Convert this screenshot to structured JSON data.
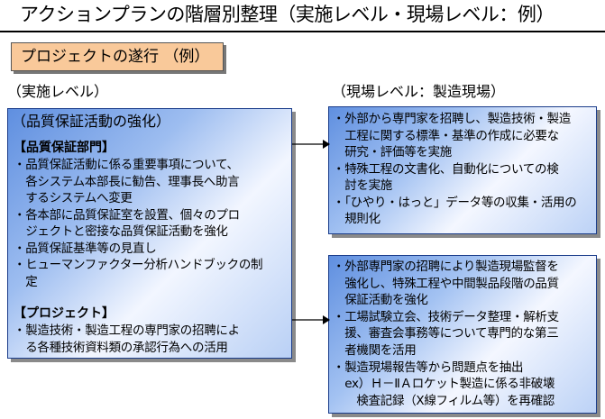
{
  "title": "アクションプランの階層別整理（実施レベル・現場レベル：例）",
  "tag": "プロジェクトの遂行 （例）",
  "left_heading": "（実施レベル）",
  "right_heading": "（現場レベル：製造現場）",
  "left_box": {
    "title": "（品質保証活動の強化）",
    "section1": {
      "heading": "【品質保証部門】",
      "lines": [
        "・品質保証活動に係る重要事項について、",
        "　各システム本部長に勧告、理事長へ助言",
        "　するシステムへ変更",
        "・各本部に品質保証室を設置、個々のプロ",
        "　ジェクトと密接な品質保証活動を強化",
        "・品質保証基準等の見直し",
        "・ヒューマンファクター分析ハンドブックの制",
        "　定"
      ]
    },
    "section2": {
      "heading": "【プロジェクト】",
      "lines": [
        "・製造技術・製造工程の専門家の招聘によ",
        "　る各種技術資料類の承認行為への活用"
      ]
    }
  },
  "right_box1": {
    "lines": [
      "・外部から専門家を招聘し、製造技術・製造",
      "　工程に関する標準・基準の作成に必要な",
      "　研究・評価等を実施",
      "・特殊工程の文書化、自動化についての検",
      "　討を実施",
      "・「ひやり・はっと」データ等の収集・活用の",
      "　規則化"
    ]
  },
  "right_box2": {
    "lines": [
      "・外部専門家の招聘により製造現場監督を",
      "　強化し、特殊工程や中間製品段階の品質",
      "　保証活動を強化",
      "・工場試験立会、技術データ整理・解析支",
      "　援、審査会事務等について専門的な第三",
      "　者機関を活用",
      "・製造現場報告等から問題点を抽出",
      "　ex）Ｈ－ⅡＡロケット製造に係る非破壊",
      "　　検査記録（X線フィルム等）を再確認"
    ]
  },
  "colors": {
    "tag_bg": "#f9c99a",
    "box_border": "#1a3c8a",
    "box_blue": "#5f8fe0"
  }
}
